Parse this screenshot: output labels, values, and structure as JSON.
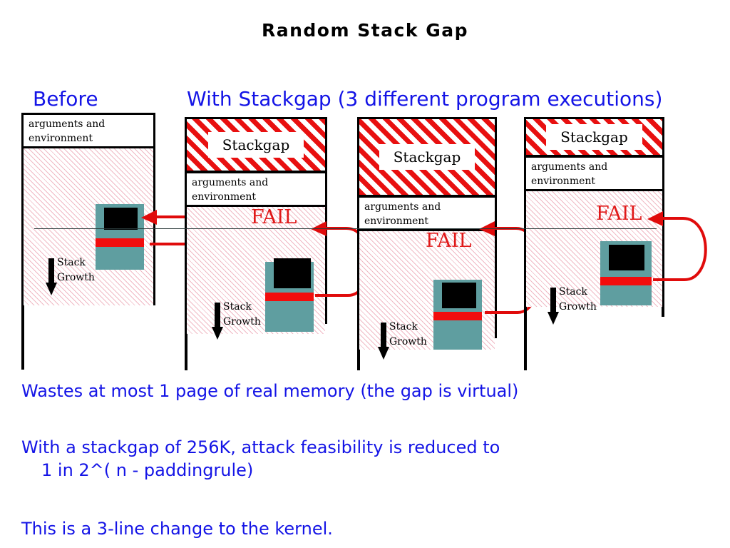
{
  "slide": {
    "title": "Random Stack Gap",
    "headers": {
      "before": "Before",
      "with_stackgap": "With Stackgap  (3 different program executions)"
    },
    "labels": {
      "arguments_env": "arguments and\nenvironment",
      "stackgap": "Stackgap",
      "stack_growth": "Stack\nGrowth",
      "fail": "FAIL"
    },
    "columns": [
      {
        "name": "before",
        "has_stackgap": false,
        "has_fail": false,
        "stackgap_height": 0
      },
      {
        "name": "execution-1",
        "has_stackgap": true,
        "has_fail": true,
        "stackgap_height": 78
      },
      {
        "name": "execution-2",
        "has_stackgap": true,
        "has_fail": true,
        "stackgap_height": 112
      },
      {
        "name": "execution-3",
        "has_stackgap": true,
        "has_fail": true,
        "stackgap_height": 56
      }
    ],
    "body_lines": [
      "Wastes at most 1 page of real memory (the gap is virtual)",
      "With a stackgap of 256K, attack feasibility is reduced to",
      "1 in 2^( n - paddingrule)",
      "This is a 3-line change to the kernel."
    ],
    "colors": {
      "heading_blue": "#1414e6",
      "fail_red": "#e01818",
      "hatch_red": "#e81010",
      "hatch_pink": "#f0b9c4",
      "stack_teal": "#5f9ea0",
      "return_address_red": "#f20d0d",
      "buffer_black": "#000000"
    }
  }
}
